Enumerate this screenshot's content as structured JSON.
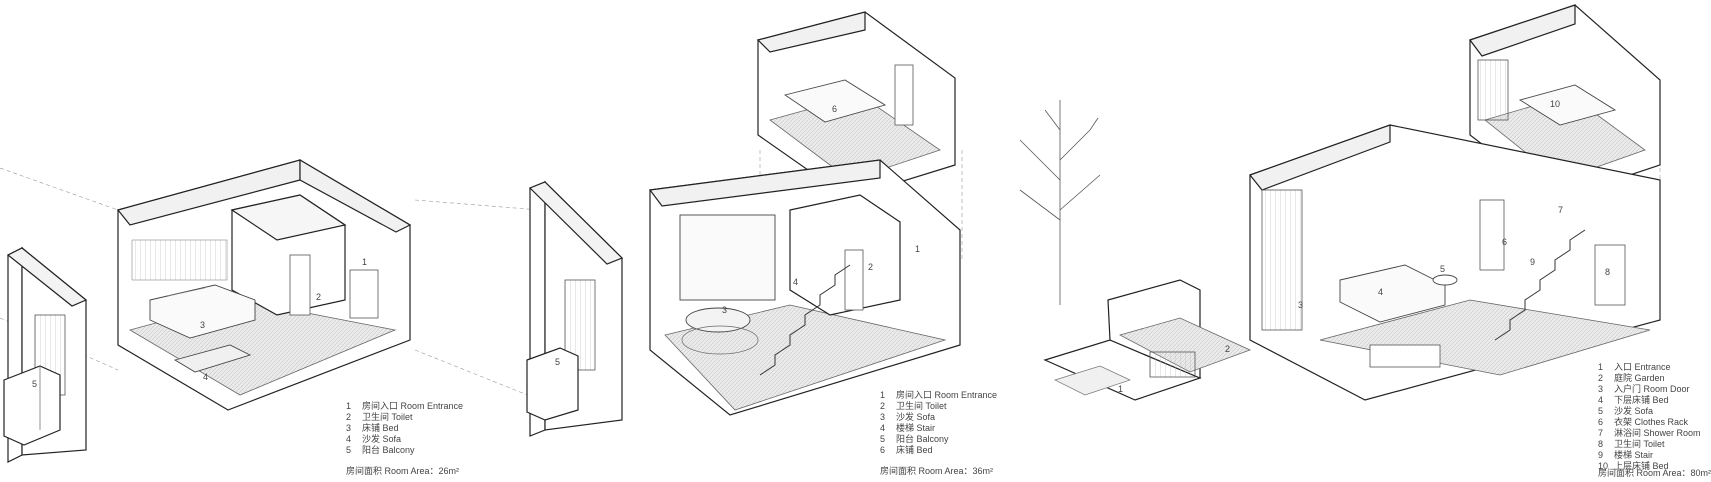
{
  "diagrams": [
    {
      "legend": [
        {
          "n": "1",
          "label": "房间入口 Room Entrance"
        },
        {
          "n": "2",
          "label": "卫生间 Toilet"
        },
        {
          "n": "3",
          "label": "床铺 Bed"
        },
        {
          "n": "4",
          "label": "沙发 Sofa"
        },
        {
          "n": "5",
          "label": "阳台 Balcony"
        }
      ],
      "area": "房间面积 Room Area：26m²",
      "markers": [
        "1",
        "2",
        "3",
        "4",
        "5"
      ]
    },
    {
      "legend": [
        {
          "n": "1",
          "label": "房间入口 Room Entrance"
        },
        {
          "n": "2",
          "label": "卫生间 Toilet"
        },
        {
          "n": "3",
          "label": "沙发 Sofa"
        },
        {
          "n": "4",
          "label": "楼梯 Stair"
        },
        {
          "n": "5",
          "label": "阳台 Balcony"
        },
        {
          "n": "6",
          "label": "床铺 Bed"
        }
      ],
      "area": "房间面积 Room Area：36m²",
      "markers": [
        "1",
        "2",
        "3",
        "4",
        "5",
        "6"
      ]
    },
    {
      "legend": [
        {
          "n": "1",
          "label": "入口 Entrance"
        },
        {
          "n": "2",
          "label": "庭院 Garden"
        },
        {
          "n": "3",
          "label": "入户门 Room Door"
        },
        {
          "n": "4",
          "label": "下层床铺 Bed"
        },
        {
          "n": "5",
          "label": "沙发 Sofa"
        },
        {
          "n": "6",
          "label": "衣架 Clothes Rack"
        },
        {
          "n": "7",
          "label": "淋浴间 Shower Room"
        },
        {
          "n": "8",
          "label": "卫生间 Toilet"
        },
        {
          "n": "9",
          "label": "楼梯 Stair"
        },
        {
          "n": "10",
          "label": "上层床铺 Bed"
        }
      ],
      "area": "房间面积 Room Area：80m²",
      "markers": [
        "1",
        "2",
        "3",
        "4",
        "5",
        "6",
        "7",
        "8",
        "9",
        "10"
      ]
    }
  ]
}
